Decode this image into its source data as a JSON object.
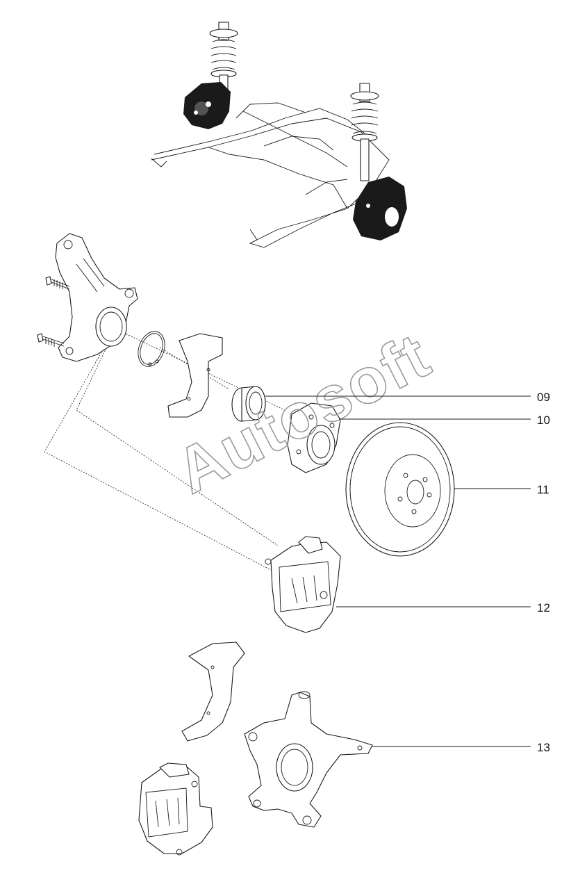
{
  "diagram": {
    "watermark": "Autosoft",
    "callouts": [
      {
        "id": "09"
      },
      {
        "id": "10"
      },
      {
        "id": "11"
      },
      {
        "id": "12"
      },
      {
        "id": "13"
      }
    ]
  },
  "colors": {
    "line": "#1a1a1a",
    "highlight": "#1a1a1a",
    "watermark": "#9a9a9a",
    "background": "#ffffff"
  }
}
